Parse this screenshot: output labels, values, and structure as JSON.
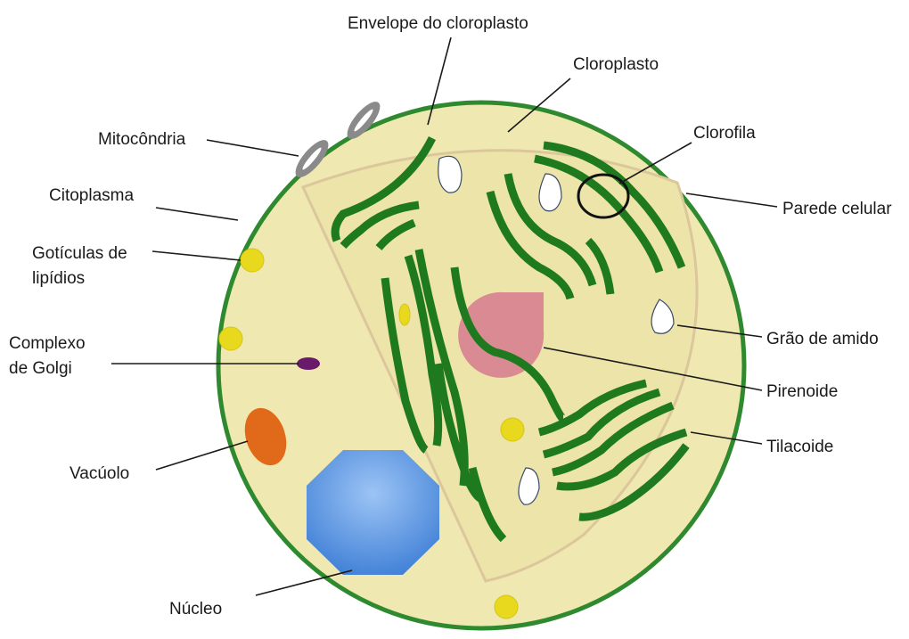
{
  "colors": {
    "cell_fill": "#efe8b0",
    "cell_wall": "#2f8a2f",
    "thylakoid": "#1f7a1f",
    "nucleus": "#5b95e0",
    "pyrenoid": "#d98a92",
    "vacuole": "#e06a1a",
    "golgi": "#6a1a6a",
    "lipid": "#e8d81e",
    "mitochondria": "#8a8a8a",
    "starch": "#ffffff"
  },
  "labels": {
    "envelope": "Envelope do cloroplasto",
    "chloroplast": "Cloroplasto",
    "chlorophyll": "Clorofila",
    "mitochondria": "Mitocôndria",
    "cytoplasm": "Citoplasma",
    "cell_wall": "Parede celular",
    "lipid_line1": "Gotículas de",
    "lipid_line2": "lipídios",
    "starch": "Grão de amido",
    "golgi_line1": "Complexo",
    "golgi_line2": "de Golgi",
    "pyrenoid": "Pirenoide",
    "thylakoid": "Tilacoide",
    "vacuole": "Vacúolo",
    "nucleus": "Núcleo"
  }
}
